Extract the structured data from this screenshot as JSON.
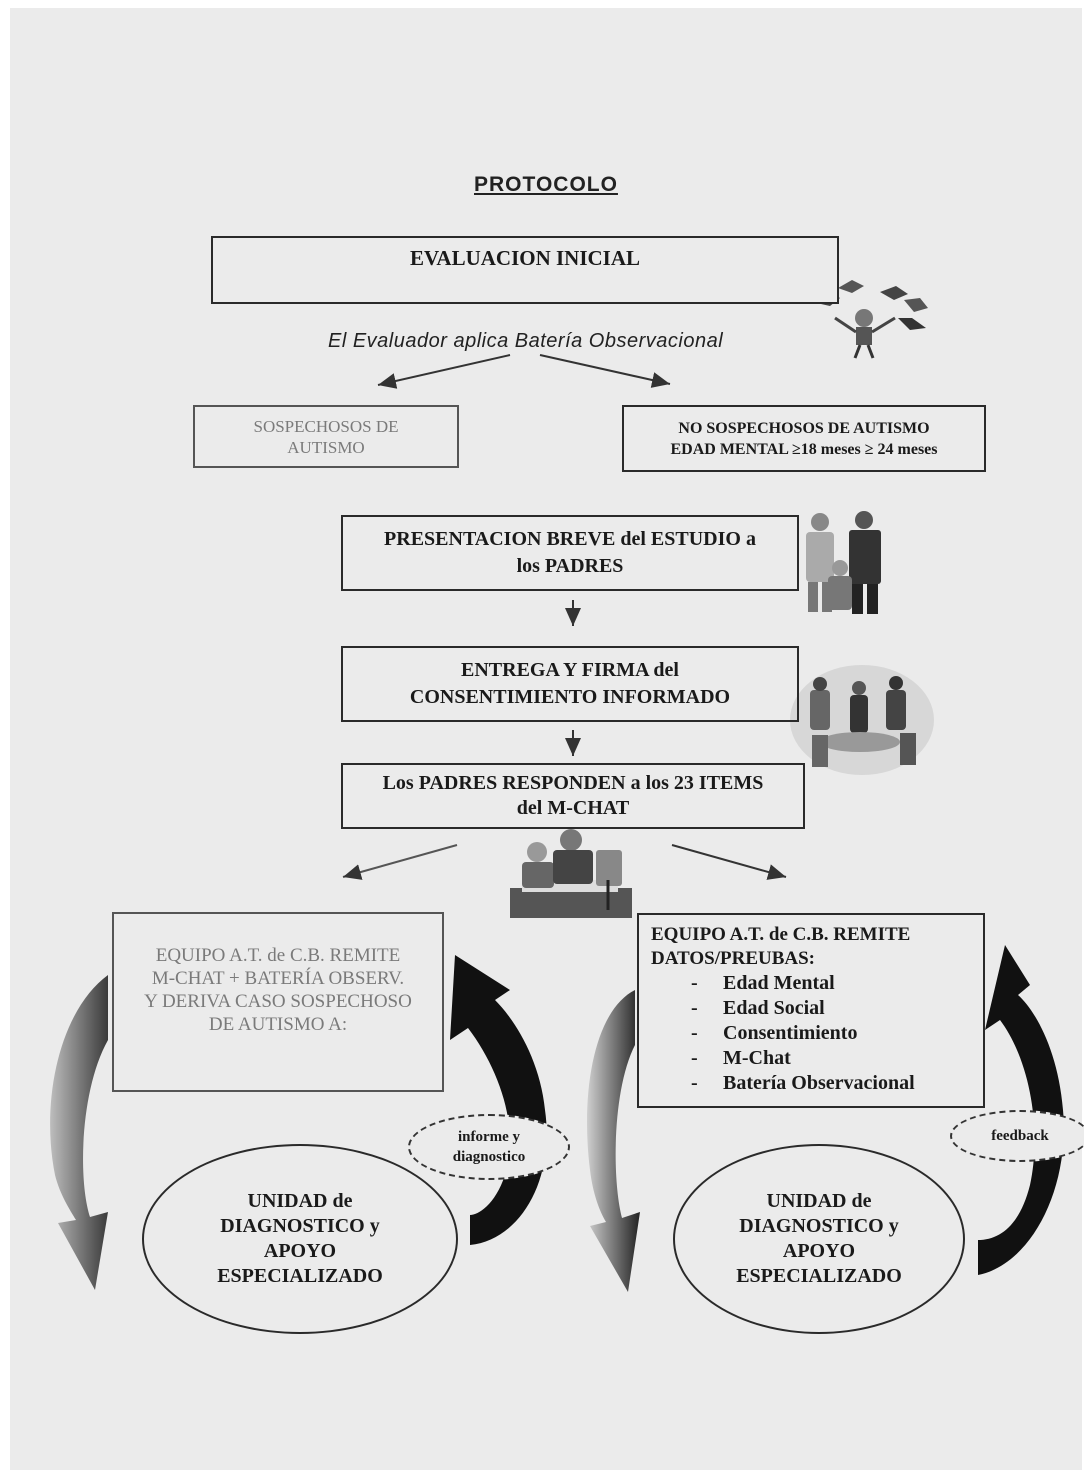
{
  "title": "PROTOCOLO",
  "initial_box": {
    "text": "EVALUACION INICIAL"
  },
  "subtitle": "El Evaluador aplica Batería Observacional",
  "suspects_box": {
    "line1": "SOSPECHOSOS DE",
    "line2": "AUTISMO"
  },
  "non_suspects_box": {
    "line1": "NO SOSPECHOSOS  DE AUTISMO",
    "line2": "EDAD MENTAL ≥18 meses ≥ 24 meses"
  },
  "presentation_box": {
    "line1": "PRESENTACION BREVE del ESTUDIO a",
    "line2": "los PADRES"
  },
  "consent_box": {
    "line1": "ENTREGA Y FIRMA  del",
    "line2": "CONSENTIMIENTO INFORMADO"
  },
  "mchat_box": {
    "line1": "Los PADRES RESPONDEN a los 23 ITEMS",
    "line2": "del M-CHAT"
  },
  "left_team_box": {
    "lines": [
      "EQUIPO A.T. de C.B. REMITE",
      "M-CHAT + BATERÍA OBSERV.",
      "Y DERIVA CASO SOSPECHOSO",
      "DE AUTISMO  A:"
    ]
  },
  "right_team_box": {
    "header1": "EQUIPO A.T. de C.B. REMITE",
    "header2": "DATOS/PREUBAS:",
    "bullet": "-",
    "items": [
      "Edad Mental",
      "Edad Social",
      "Consentimiento",
      "M-Chat",
      "Batería Observacional"
    ]
  },
  "left_unit": {
    "lines": [
      "UNIDAD de",
      "DIAGNOSTICO y",
      "APOYO",
      "ESPECIALIZADO"
    ]
  },
  "right_unit": {
    "lines": [
      "UNIDAD de",
      "DIAGNOSTICO y",
      "APOYO",
      "ESPECIALIZADO"
    ]
  },
  "informe_label": {
    "line1": "informe  y",
    "line2": "diagnostico"
  },
  "feedback_label": "feedback",
  "colors": {
    "background": "#ebebeb",
    "ink": "#1a1a1a",
    "faded_ink": "#7a7a7a",
    "arrow_dark": "#111111"
  },
  "illustrations": [
    "birds-child-clipart",
    "family-clipart",
    "meeting-clipart",
    "parents-writing-clipart"
  ]
}
